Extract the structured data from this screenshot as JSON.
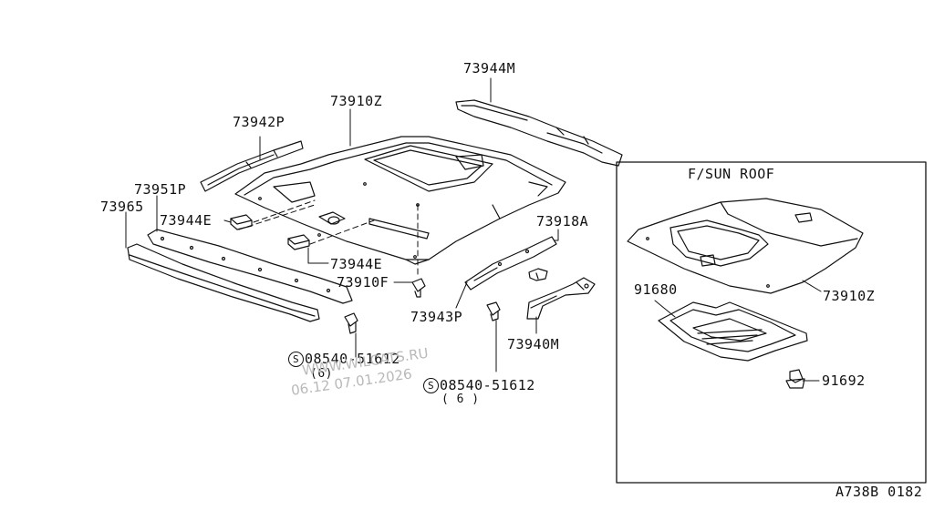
{
  "labels": {
    "p73944m": "73944M",
    "p73910z": "73910Z",
    "p73942p": "73942P",
    "p73951p": "73951P",
    "p73965": "73965",
    "p73944e_a": "73944E",
    "p73944e_b": "73944E",
    "p73910f": "73910F",
    "p73918a": "73918A",
    "p73943p": "73943P",
    "p73940m": "73940M",
    "bolt_left": "08540-51612",
    "bolt_left_qty": "(6)",
    "bolt_right": "08540-51612",
    "bolt_right_qty": "( 6 )",
    "sunroof_title": "F/SUN ROOF",
    "p91680": "91680",
    "p73910z_sunroof": "73910Z",
    "p91692": "91692",
    "diagram_code": "A738B 0182"
  },
  "symbols": {
    "s_mark": "S"
  },
  "watermark": {
    "line1": "WWW.WILCATS.RU",
    "line2": "06.12 07.01.2026"
  }
}
